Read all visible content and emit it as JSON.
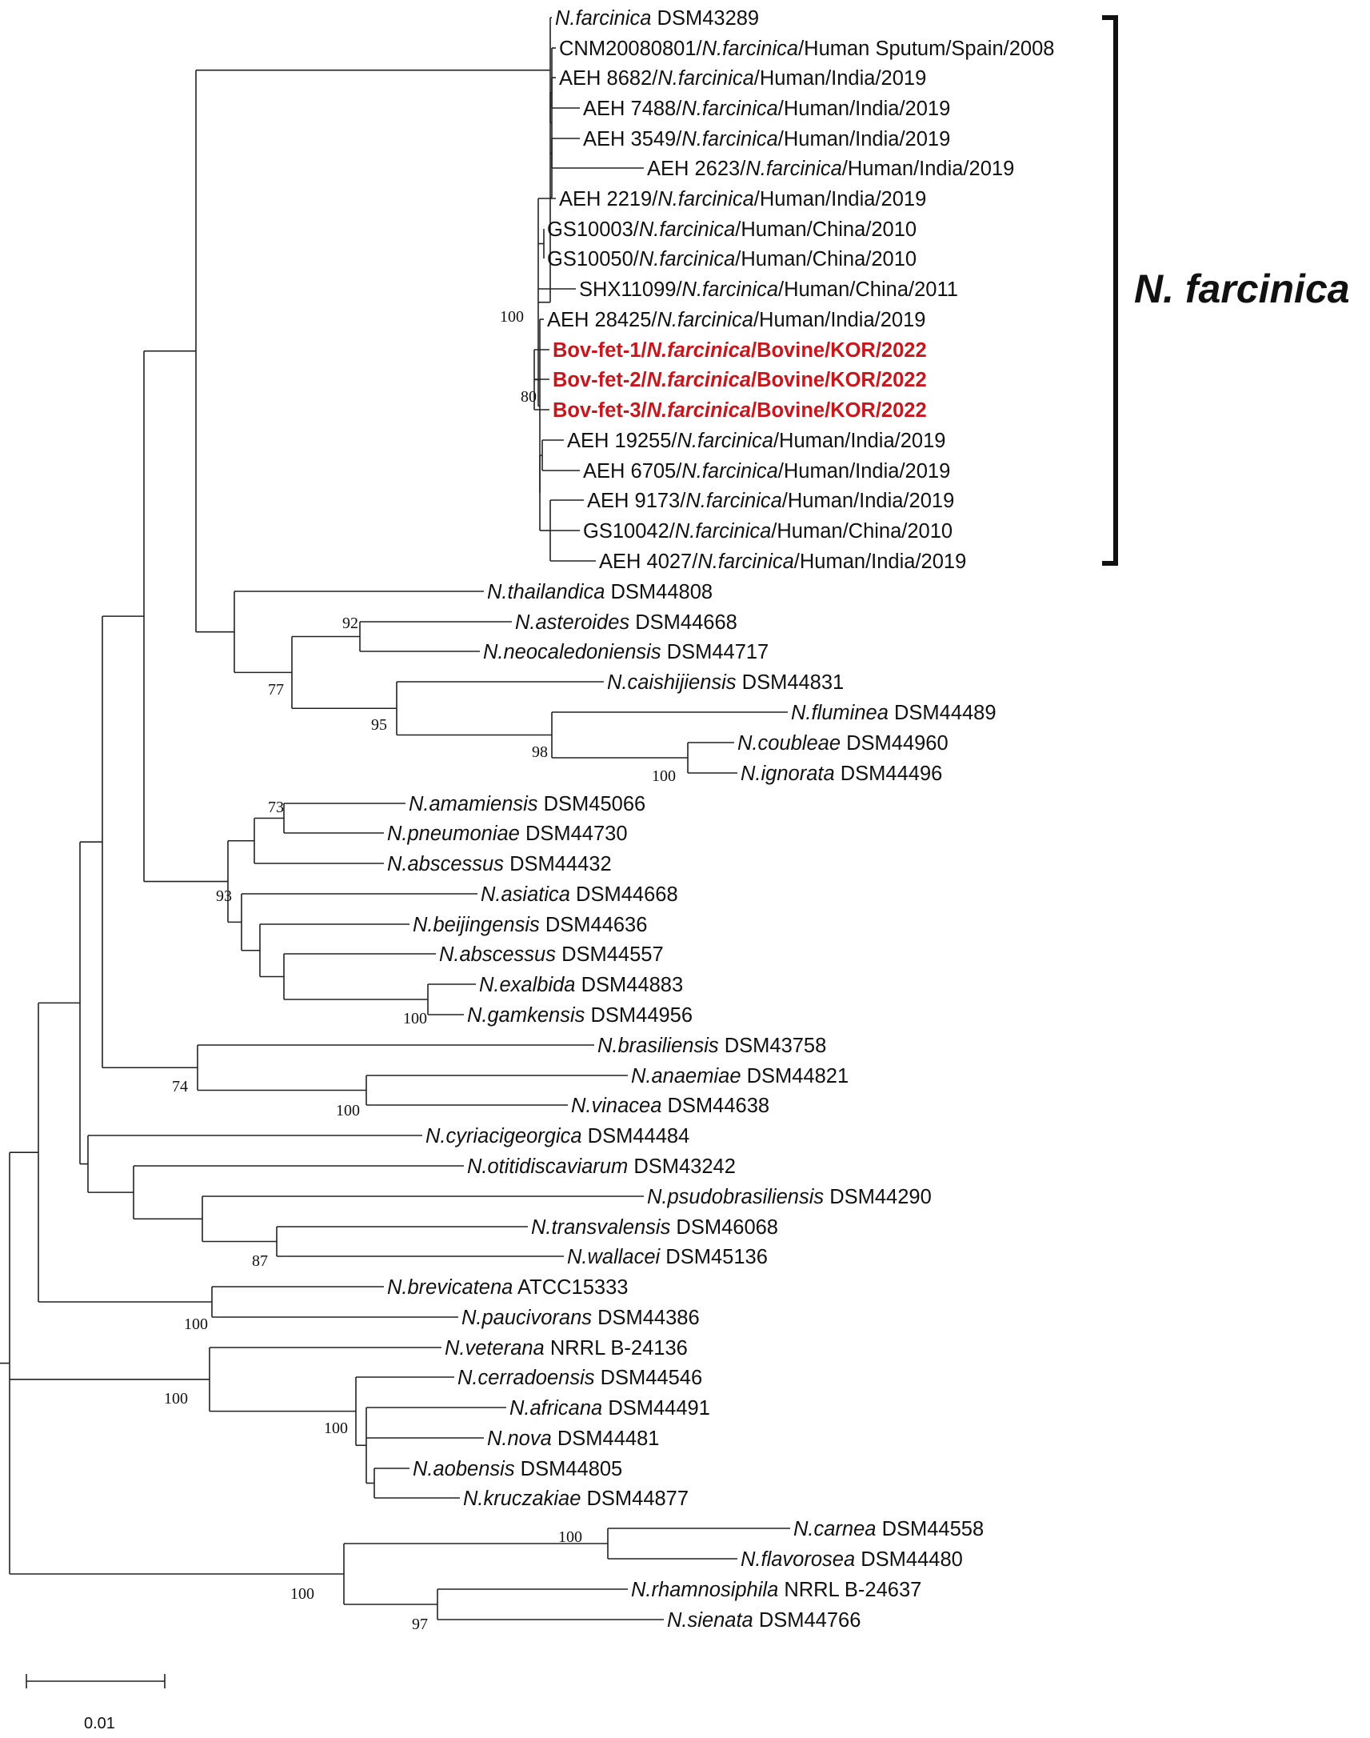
{
  "clade_label": "N. farcinica",
  "scale_label": "0.01",
  "colors": {
    "highlight": "#c8161d",
    "text": "#111111",
    "branch": "#222222"
  },
  "tips": [
    {
      "g": "N.farcinica",
      "r": " DSM43289"
    },
    {
      "p": "CNM20080801/",
      "g": "N.farcinica",
      "r": "/Human Sputum/Spain/2008"
    },
    {
      "p": "AEH 8682/",
      "g": "N.farcinica",
      "r": "/Human/India/2019"
    },
    {
      "p": "AEH 7488/",
      "g": "N.farcinica",
      "r": "/Human/India/2019"
    },
    {
      "p": "AEH 3549/",
      "g": "N.farcinica",
      "r": "/Human/India/2019"
    },
    {
      "p": "AEH 2623/",
      "g": "N.farcinica",
      "r": "/Human/India/2019"
    },
    {
      "p": "AEH 2219/",
      "g": "N.farcinica",
      "r": "/Human/India/2019"
    },
    {
      "p": "GS10003/",
      "g": "N.farcinica",
      "r": "/Human/China/2010"
    },
    {
      "p": "GS10050/",
      "g": "N.farcinica",
      "r": "/Human/China/2010"
    },
    {
      "p": "SHX11099/",
      "g": "N.farcinica",
      "r": "/Human/China/2011"
    },
    {
      "p": "AEH 28425/",
      "g": "N.farcinica",
      "r": "/Human/India/2019"
    },
    {
      "p": "Bov-fet-1/",
      "g": "N.farcinica",
      "r": "/Bovine/KOR/2022",
      "hl": true
    },
    {
      "p": "Bov-fet-2/",
      "g": "N.farcinica",
      "r": "/Bovine/KOR/2022",
      "hl": true
    },
    {
      "p": "Bov-fet-3/",
      "g": "N.farcinica",
      "r": "/Bovine/KOR/2022",
      "hl": true
    },
    {
      "p": "AEH 19255/",
      "g": "N.farcinica",
      "r": "/Human/India/2019"
    },
    {
      "p": "AEH 6705/",
      "g": "N.farcinica",
      "r": "/Human/India/2019"
    },
    {
      "p": "AEH 9173/",
      "g": "N.farcinica",
      "r": "/Human/India/2019"
    },
    {
      "p": "GS10042/",
      "g": "N.farcinica",
      "r": "/Human/China/2010"
    },
    {
      "p": "AEH 4027/",
      "g": "N.farcinica",
      "r": "/Human/India/2019"
    },
    {
      "g": "N.thailandica",
      "r": " DSM44808"
    },
    {
      "g": "N.asteroides",
      "r": " DSM44668"
    },
    {
      "g": "N.neocaledoniensis",
      "r": " DSM44717"
    },
    {
      "g": "N.caishijiensis",
      "r": " DSM44831"
    },
    {
      "g": "N.fluminea",
      "r": " DSM44489"
    },
    {
      "g": "N.coubleae",
      "r": " DSM44960"
    },
    {
      "g": "N.ignorata",
      "r": " DSM44496"
    },
    {
      "g": "N.amamiensis",
      "r": " DSM45066"
    },
    {
      "g": "N.pneumoniae",
      "r": " DSM44730"
    },
    {
      "g": "N.abscessus",
      "r": " DSM44432"
    },
    {
      "g": "N.asiatica",
      "r": " DSM44668"
    },
    {
      "g": "N.beijingensis",
      "r": " DSM44636"
    },
    {
      "g": "N.abscessus",
      "r": " DSM44557"
    },
    {
      "g": "N.exalbida",
      "r": " DSM44883"
    },
    {
      "g": "N.gamkensis",
      "r": " DSM44956"
    },
    {
      "g": "N.brasiliensis",
      "r": " DSM43758"
    },
    {
      "g": "N.anaemiae",
      "r": " DSM44821"
    },
    {
      "g": "N.vinacea",
      "r": " DSM44638"
    },
    {
      "g": "N.cyriacigeorgica",
      "r": " DSM44484"
    },
    {
      "g": "N.otitidiscaviarum",
      "r": " DSM43242"
    },
    {
      "g": "N.psudobrasiliensis",
      "r": " DSM44290"
    },
    {
      "g": "N.transvalensis",
      "r": " DSM46068"
    },
    {
      "g": "N.wallacei",
      "r": " DSM45136"
    },
    {
      "g": "N.brevicatena",
      "r": " ATCC15333"
    },
    {
      "g": "N.paucivorans",
      "r": " DSM44386"
    },
    {
      "g": "N.veterana",
      "r": " NRRL B-24136"
    },
    {
      "g": "N.cerradoensis",
      "r": " DSM44546"
    },
    {
      "g": "N.africana",
      "r": " DSM44491"
    },
    {
      "g": "N.nova",
      "r": " DSM44481"
    },
    {
      "g": "N.aobensis",
      "r": " DSM44805"
    },
    {
      "g": "N.kruczakiae",
      "r": " DSM44877"
    },
    {
      "g": "N.carnea",
      "r": " DSM44558"
    },
    {
      "g": "N.flavorosea",
      "r": " DSM44480"
    },
    {
      "g": "N.rhamnosiphila",
      "r": " NRRL B-24637"
    },
    {
      "g": "N.sienata",
      "r": " DSM44766"
    }
  ],
  "bootstrap": [
    "100",
    "80",
    "92",
    "77",
    "95",
    "98",
    "100",
    "73",
    "93",
    "100",
    "74",
    "100",
    "87",
    "100",
    "100",
    "100",
    "100",
    "100",
    "97"
  ]
}
